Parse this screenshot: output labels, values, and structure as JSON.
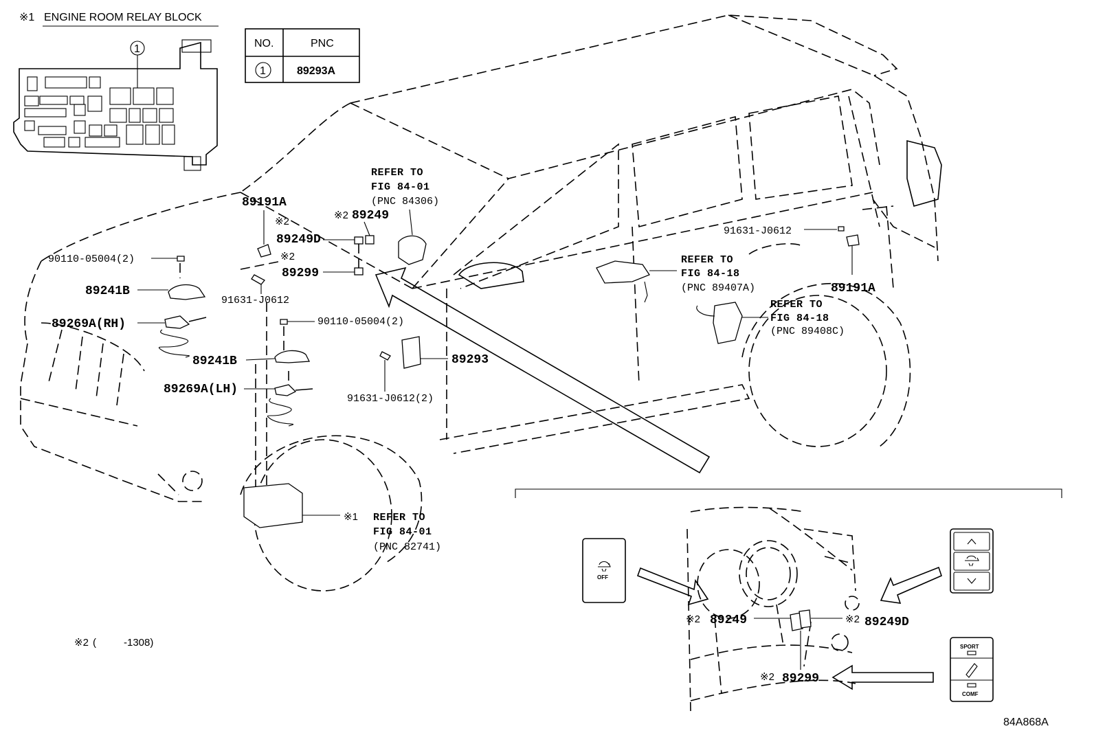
{
  "relay_block": {
    "mark": "※1",
    "title": "ENGINE ROOM RELAY BLOCK",
    "index": "1"
  },
  "pnc_table": {
    "col_no": "NO.",
    "col_pnc": "PNC",
    "row_no": "1",
    "row_pnc": "89293A"
  },
  "labels": {
    "p89191A_left": "89191A",
    "star2_a": "※2",
    "p89249_top": "89249",
    "p89249D_top": "89249D",
    "star2_b": "※2",
    "p89299_top": "89299",
    "p90110_top": "90110-05004(2)",
    "p89241B_rh": "89241B",
    "p89269A_rh": "89269A(RH)",
    "p91631_mid": "91631-J0612",
    "p90110_mid": "90110-05004(2)",
    "p89241B_lh": "89241B",
    "p89293": "89293",
    "p89269A_lh": "89269A(LH)",
    "p91631_low": "91631-J0612(2)",
    "p91631_right": "91631-J0612",
    "p89191A_right": "89191A"
  },
  "refs": {
    "ref_a": [
      "REFER TO",
      "FIG 84-01",
      "(PNC 84306)"
    ],
    "ref_b": [
      "REFER TO",
      "FIG 84-18",
      "(PNC 89407A)"
    ],
    "ref_c": [
      "REFER TO",
      "FIG 84-18",
      "(PNC 89408C)"
    ],
    "ref_d": [
      "REFER TO",
      "FIG 84-01",
      "(PNC 82741)"
    ],
    "ref_d_mark": "※1"
  },
  "inset": {
    "off_label": "OFF",
    "sport_label": "SPORT",
    "comf_label": "COMF",
    "star2_c": "※2",
    "p89249": "89249",
    "star2_d": "※2",
    "p89249D": "89249D",
    "star2_e": "※2",
    "p89299": "89299"
  },
  "footnote": {
    "mark": "※2",
    "paren": "(",
    "range": "-1308)"
  },
  "code": "84A868A"
}
